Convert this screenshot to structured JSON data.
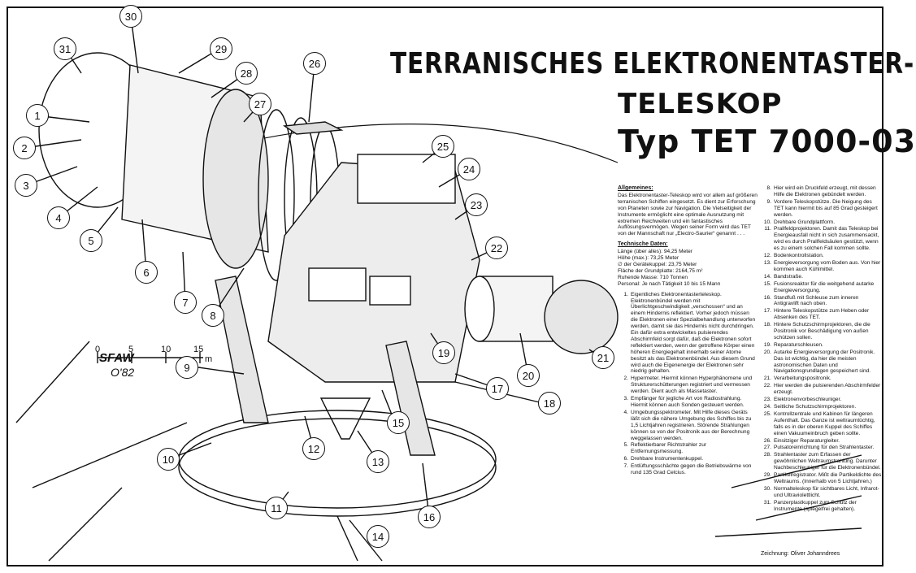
{
  "title": {
    "line1": "TERRANISCHES ELEKTRONENTASTER-",
    "line2": "TELESKOP",
    "line3": "Typ TET 7000-03"
  },
  "general": {
    "heading": "Allgemeines:",
    "text": "Das Elektronentaster-Teleskop wird vor allem auf größeren terranischen Schiffen eingesetzt. Es dient zur Erforschung von Planeten sowie zur Navigation. Die Vielseitigkeit der Instrumente ermöglicht eine optimale Ausnutzung mit extremen Reichweiten und ein fantastisches Auflösungsvermögen. Wegen seiner Form wird das TET von der Mannschaft nur „Electro-Saurier“ genannt . . ."
  },
  "tech": {
    "heading": "Technische Daten:",
    "rows": [
      "Länge (über alles): 94,25 Meter",
      "Höhe (max.): 73,25 Meter",
      "∅ der Gerätekuppel: 23,75 Meter",
      "Fläche der Grundplatte: 2164,75 m²",
      "Ruhende Masse: 710 Tonnen",
      "Personal: Je nach Tätigkeit 10 bis 15 Mann"
    ]
  },
  "legend_col1": [
    {
      "n": "1.",
      "t": "Eigentliches Elektronentasterteleskop. Elektronenbündel werden mit Überlichtgeschwindigkeit „verschossen“ und an einem Hindernis reflektiert. Vorher jedoch müssen die Elektronen einer Spezialbehandlung unterworfen werden, damit sie das Hindernis nicht durchdringen. Ein dafür extra entwickeltes pulsierendes Abschirmfeld sorgt dafür, daß die Elektronen sofort reflektiert werden, wenn der getroffene Körper einen höheren Energiegehalt innerhalb seiner Atome besitzt als das Elektronenbündel. Aus diesem Grund wird auch die Eigenenergie der Elektronen sehr niedrig gehalten."
    },
    {
      "n": "2.",
      "t": "Hypermeter. Hiermit können Hyperphänomene und Strukturerschütterungen registriert und vermessen werden. Dient auch als Massetaster."
    },
    {
      "n": "3.",
      "t": "Empfänger für jegliche Art von Radiostrahlung. Hiermit können auch Sonden gesteuert werden."
    },
    {
      "n": "4.",
      "t": "Umgebungsspektrometer. Mit Hilfe dieses Geräts läßt sich die nähere Umgebung des Schiffes bis zu 1,5 Lichtjahren registrieren. Störende Strahlungen können so von der Positronik aus der Berechnung weggelassen werden."
    },
    {
      "n": "5.",
      "t": "Reflektierbarer Richtstrahler zur Entfernungsmessung."
    },
    {
      "n": "6.",
      "t": "Drehbare Instrumentenkuppel."
    },
    {
      "n": "7.",
      "t": "Entlüftungsschächte gegen die Betriebswärme von rund 135 Grad Celcius."
    }
  ],
  "legend_col2": [
    {
      "n": "8.",
      "t": "Hier wird ein Druckfeld erzeugt, mit dessen Hilfe die Elektronen gebündelt werden."
    },
    {
      "n": "9.",
      "t": "Vordere Teleskopstütze. Die Neigung des TET kann hiermit bis auf 85 Grad gesteigert werden."
    },
    {
      "n": "10.",
      "t": "Drehbare Grundplattform."
    },
    {
      "n": "11.",
      "t": "Prallfeldprojektoren. Damit das Teleskop bei Energieausfall nicht in sich zusammensackt, wird es durch Prallfeldsäulen gestützt, wenn es zu einem solchen Fall kommen sollte."
    },
    {
      "n": "12.",
      "t": "Bodenkontrollstation."
    },
    {
      "n": "13.",
      "t": "Energieversorgung vom Boden aus. Von hier kommen auch Kühlmittel."
    },
    {
      "n": "14.",
      "t": "Bandstraße."
    },
    {
      "n": "15.",
      "t": "Fusionsreaktor für die weitgehend autarke Energieversorgung."
    },
    {
      "n": "16.",
      "t": "Standfuß mit Schleuse zum inneren Antigravlift nach oben."
    },
    {
      "n": "17.",
      "t": "Hintere Teleskopstütze zum Heben oder Absenken des TET."
    },
    {
      "n": "18.",
      "t": "Hintere Schutzschirmprojektoren, die die Positronik vor Beschädigung von außen schützen sollen."
    },
    {
      "n": "19.",
      "t": "Reparaturschleusen."
    },
    {
      "n": "20.",
      "t": "Autarke Energieversorgung der Positronik. Das ist wichtig, da hier die meisten astronomischen Daten und Navigationsgrundlagen gespeichert sind."
    },
    {
      "n": "21.",
      "t": "Verarbeitungspositronik."
    },
    {
      "n": "22.",
      "t": "Hier werden die pulsierenden Abschirmfelder erzeugt."
    },
    {
      "n": "23.",
      "t": "Elektronenvorbeschleuniger."
    },
    {
      "n": "24.",
      "t": "Seitliche Schutzschirmprojektoren."
    },
    {
      "n": "25.",
      "t": "Kontrollzentrale und Kabinen für längeren Aufenthalt. Das Ganze ist weltraumtüchtig, falls es in der oberen Kuppel des Schiffes einen Vakuumeinbruch geben sollte."
    },
    {
      "n": "26.",
      "t": "Einsitziger Reparaturgleiter."
    },
    {
      "n": "27.",
      "t": "Pulsatoreinrichtung für den Strahlentaster."
    },
    {
      "n": "28.",
      "t": "Strahlentaster zum Erfassen der gewöhnlichen Weltraumstrahlung. Darunter Nachbeschleuniger für die Elektronenbündel."
    },
    {
      "n": "29.",
      "t": "Partikelregistrator. Mißt die Partikeldichte des Weltraums. (Innerhalb von 5 Lichtjahren.)"
    },
    {
      "n": "30.",
      "t": "Normalteleskop für sichtbares Licht, Infrarot- und Ultraviolettlicht."
    },
    {
      "n": "31.",
      "t": "Panzerplastkuppel zum Schutz der Instrumente (spiegelfrei gehalten)."
    }
  ],
  "credit": "Zeichnung: Oliver Johanndrees",
  "scale": {
    "ticks": [
      "0",
      "5",
      "10",
      "15"
    ],
    "unit": "m"
  },
  "signature": {
    "name": "SFAW",
    "year": "O'82"
  },
  "callouts": [
    "1",
    "2",
    "3",
    "4",
    "5",
    "6",
    "7",
    "8",
    "9",
    "10",
    "11",
    "12",
    "13",
    "14",
    "15",
    "16",
    "17",
    "18",
    "19",
    "20",
    "21",
    "22",
    "23",
    "24",
    "25",
    "26",
    "27",
    "28",
    "29",
    "30",
    "31"
  ]
}
